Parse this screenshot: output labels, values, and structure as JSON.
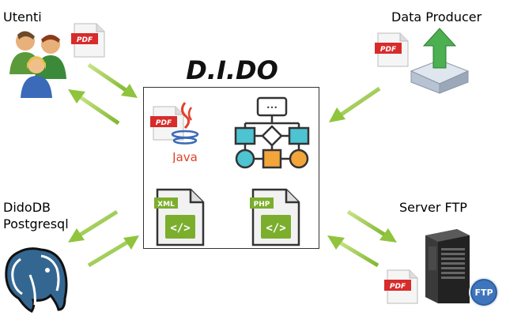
{
  "title": "D.I.DO",
  "nodes": {
    "utenti": "Utenti",
    "data_producer": "Data Producer",
    "dido_db_line1": "DidoDB",
    "dido_db_line2": "Postgresql",
    "server_ftp": "Server FTP"
  },
  "badges": {
    "pdf": "PDF",
    "java": "Java",
    "xml": "XML",
    "php": "PHP",
    "ftp": "FTP",
    "code": "</>",
    "dots": "•••"
  },
  "icons": [
    "users-icon",
    "pdf-icon",
    "upload-box-icon",
    "java-icon",
    "flowchart-icon",
    "xml-file-icon",
    "php-file-icon",
    "postgresql-elephant-icon",
    "server-icon",
    "ftp-badge-icon"
  ],
  "colors": {
    "arrow": "#8fc43c",
    "pdf_red": "#d82b2b",
    "flow_teal": "#4ec3d1",
    "flow_orange": "#f2a53a",
    "pg_blue": "#336791",
    "java_red": "#e3402a"
  }
}
